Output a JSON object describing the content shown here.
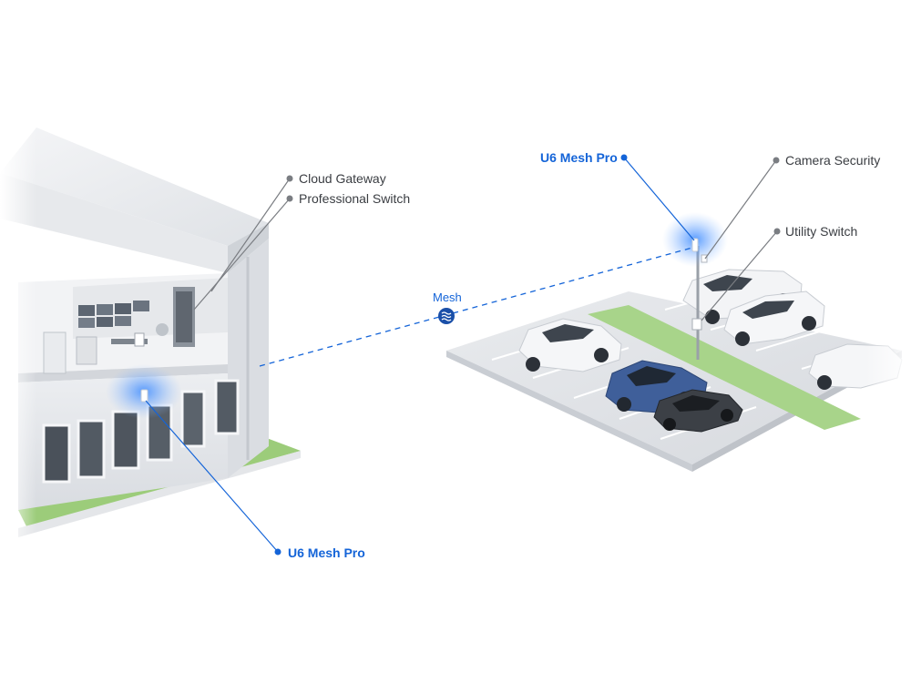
{
  "labels": {
    "cloud_gateway": "Cloud Gateway",
    "professional_switch": "Professional Switch",
    "u6_mesh_pro_outdoor": "U6 Mesh Pro",
    "camera_security": "Camera Security",
    "utility_switch": "Utility Switch",
    "mesh": "Mesh",
    "u6_mesh_pro_indoor": "U6 Mesh Pro"
  },
  "mesh_icon": "mesh-wifi-icon",
  "colors": {
    "accent_blue": "#1464d8",
    "leader_gray": "#7a7d82",
    "glow_blue": "#3d8bff",
    "grass": "#9ccc7a"
  }
}
